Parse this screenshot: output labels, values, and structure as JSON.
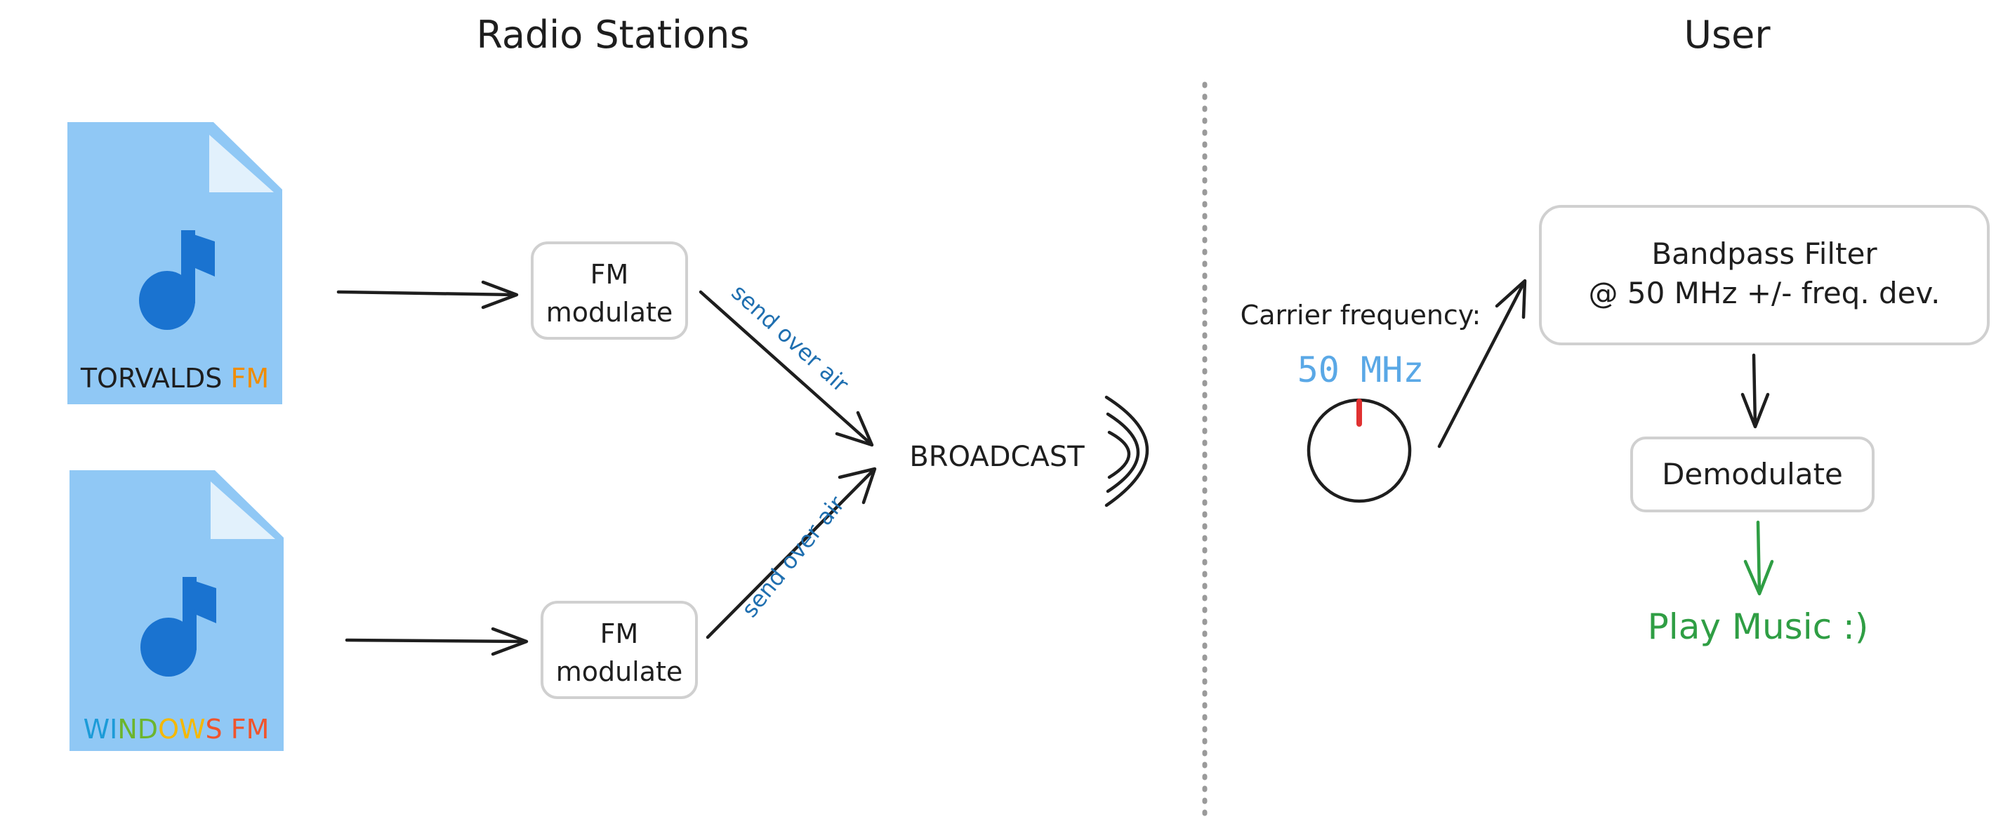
{
  "sections": {
    "left_title": "Radio Stations",
    "right_title": "User"
  },
  "stations": [
    {
      "name_parts": [
        {
          "text": "TORVALDS ",
          "color": "#1e1e1e"
        },
        {
          "text": "FM",
          "color": "#f08c00"
        }
      ]
    },
    {
      "name_parts": [
        {
          "text": "WI",
          "color": "#1c9bd8"
        },
        {
          "text": "ND",
          "color": "#6cb52d"
        },
        {
          "text": "OW",
          "color": "#f5b800"
        },
        {
          "text": "S FM",
          "color": "#f0542c"
        }
      ]
    }
  ],
  "modulate_label_line1": "FM",
  "modulate_label_line2": "modulate",
  "send_label": "send over air",
  "broadcast_label": "BROADCAST",
  "carrier_label": "Carrier frequency:",
  "frequency_value": "50 MHz",
  "bandpass_line1": "Bandpass Filter",
  "bandpass_line2": "@ 50 MHz +/- freq. dev.",
  "demodulate_label": "Demodulate",
  "play_label": "Play Music :)",
  "colors": {
    "file_icon": "#90c8f5",
    "file_fold": "#e2f1fc",
    "music_note": "#1a73d0",
    "send_text": "#1f6fb0",
    "frequency_text": "#5aa8e6",
    "knob_marker": "#e03131",
    "play_green": "#2f9e44",
    "divider": "#9a9a9a"
  }
}
